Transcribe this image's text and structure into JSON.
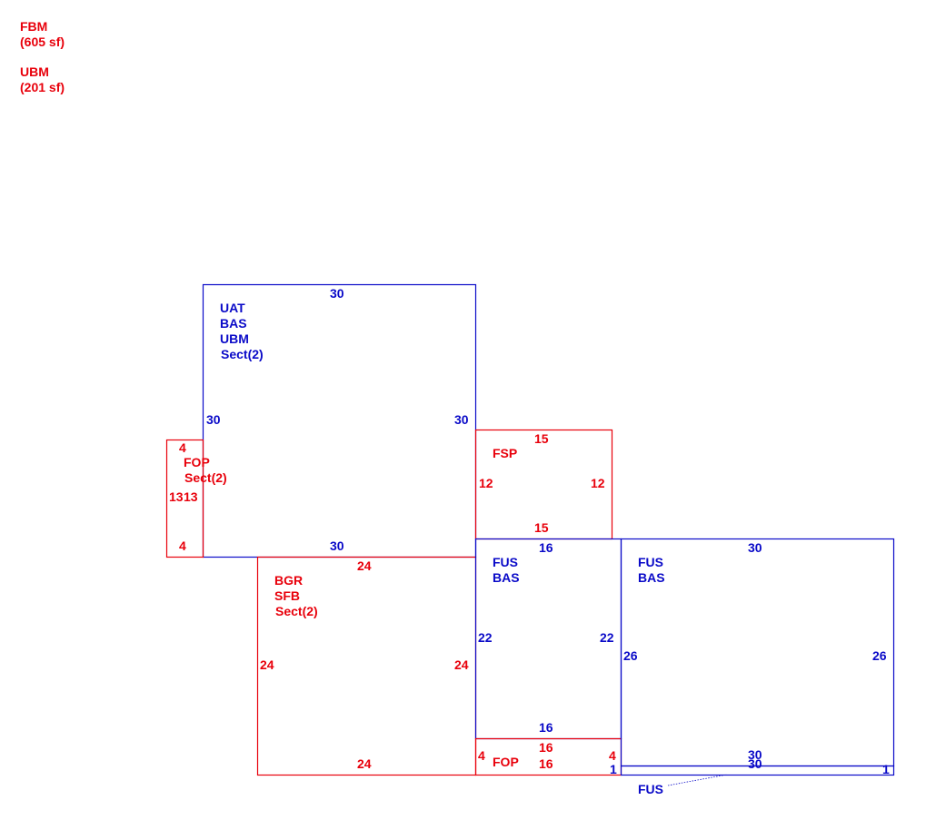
{
  "colors": {
    "red": "#e8000b",
    "blue": "#0a0ac8",
    "background": "#ffffff"
  },
  "legend": [
    {
      "code": "FBM",
      "area": "(605 sf)"
    },
    {
      "code": "UBM",
      "area": "(201 sf)"
    }
  ],
  "areas": {
    "main": {
      "labels": [
        "UAT",
        "BAS",
        "UBM",
        "Sect(2)"
      ],
      "top": "30",
      "left": "30",
      "right": "30",
      "bottom": "30"
    },
    "fop_left": {
      "labels": [
        "FOP",
        "Sect(2)"
      ],
      "top": "4",
      "left": "13",
      "right": "13",
      "bottom": "4"
    },
    "fsp": {
      "labels": [
        "FSP"
      ],
      "top": "15",
      "left": "12",
      "right": "12",
      "bottom": "15"
    },
    "bgr": {
      "labels": [
        "BGR",
        "SFB",
        "Sect(2)"
      ],
      "top": "24",
      "left": "24",
      "right": "24",
      "bottom": "24"
    },
    "fus_mid": {
      "labels": [
        "FUS",
        "BAS"
      ],
      "top": "16",
      "left": "22",
      "right": "22",
      "bottom": "16"
    },
    "fop_bottom": {
      "labels": [
        "FOP"
      ],
      "top": "16",
      "left": "4",
      "right": "4",
      "bottom": "16"
    },
    "fus_right": {
      "labels": [
        "FUS",
        "BAS"
      ],
      "top": "30",
      "left": "26",
      "right": "26",
      "bottom": "30"
    },
    "fus_strip": {
      "labels": [
        "FUS"
      ],
      "top": "30",
      "left": "1",
      "right": "1"
    }
  }
}
